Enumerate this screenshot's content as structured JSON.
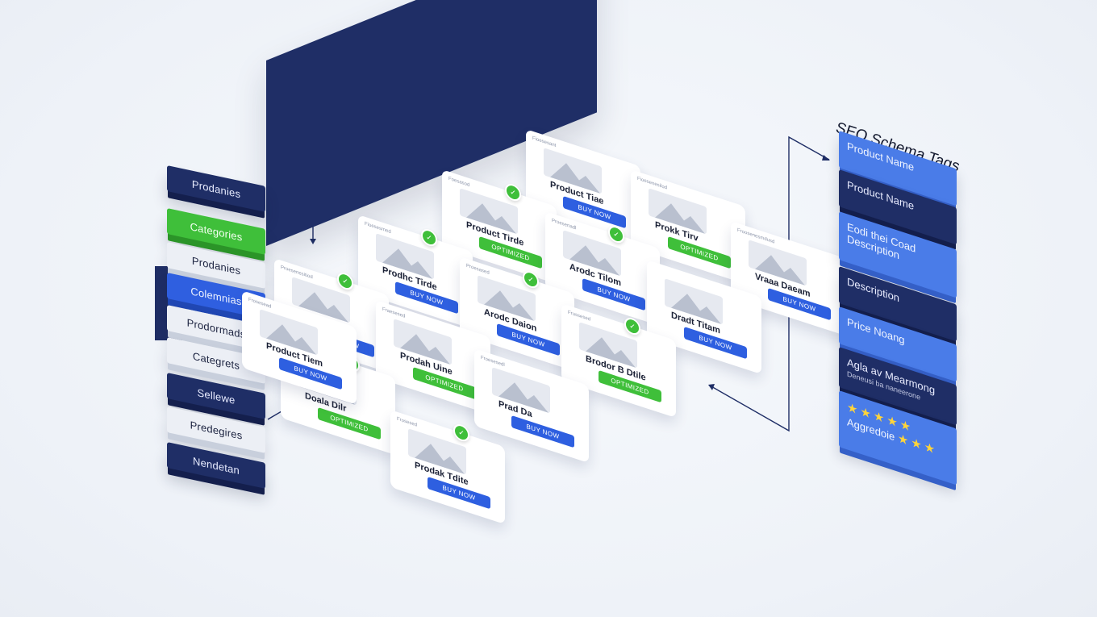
{
  "left_stack": [
    {
      "label": "Prodanies",
      "style": "navy"
    },
    {
      "label": "Categories",
      "style": "green"
    },
    {
      "label": "Prodanies",
      "style": "light"
    },
    {
      "label": "Colemnias",
      "style": "blue"
    },
    {
      "label": "Prodormads",
      "style": "light"
    },
    {
      "label": "Categrets",
      "style": "light"
    },
    {
      "label": "Sellewe",
      "style": "navy"
    },
    {
      "label": "Predegires",
      "style": "light"
    },
    {
      "label": "Nendetan",
      "style": "navy"
    }
  ],
  "cards": [
    {
      "tag": "Fioesesant",
      "title": "Product Tiae",
      "cta": "BUY NOW",
      "cta_style": "buy",
      "badge": false
    },
    {
      "tag": "Foesasod",
      "title": "Product Tirde",
      "cta": "OPTIMIZED",
      "cta_style": "opt",
      "badge": true
    },
    {
      "tag": "Fioesesmed",
      "title": "Prodhc Tirde",
      "cta": "BUY NOW",
      "cta_style": "buy",
      "badge": true
    },
    {
      "tag": "Proesenesitiod",
      "title": "Aqda Colam",
      "cta": "BUY NOW",
      "cta_style": "buy",
      "badge": true
    },
    {
      "tag": "Fioesenesilod",
      "title": "Prokk Tirv",
      "cta": "OPTIMIZED",
      "cta_style": "opt",
      "badge": false
    },
    {
      "tag": "Proesenadl",
      "title": "Arodc Tilom",
      "cta": "BUY NOW",
      "cta_style": "buy",
      "badge": true
    },
    {
      "tag": "Proesased",
      "title": "Arodc Daion",
      "cta": "BUY NOW",
      "cta_style": "buy",
      "badge": true
    },
    {
      "tag": "Fraesesed",
      "title": "Prodah Uine",
      "cta": "OPTIMIZED",
      "cta_style": "opt",
      "badge": false
    },
    {
      "tag": "Froosenesmdusd",
      "title": "Vraaa Daeam",
      "cta": "BUY NOW",
      "cta_style": "buy",
      "badge": false
    },
    {
      "tag": "",
      "title": "Dradt Titam",
      "cta": "BUY NOW",
      "cta_style": "buy",
      "badge": false
    },
    {
      "tag": "Frussesed",
      "title": "Brodor B Dtile",
      "cta": "OPTIMIZED",
      "cta_style": "opt",
      "badge": true
    },
    {
      "tag": "Froesesedl",
      "title": "Prad Da",
      "cta": "BUY NOW",
      "cta_style": "buy",
      "badge": false
    },
    {
      "tag": "Fresnusd",
      "title": "Doala Dilr",
      "cta": "OPTIMIZED",
      "cta_style": "opt",
      "badge": true
    },
    {
      "tag": "Frosesed",
      "title": "Prodak Tdite",
      "cta": "BUY NOW",
      "cta_style": "buy",
      "badge": true
    },
    {
      "tag": "Frosesead",
      "title": "Product Tiem",
      "cta": "BUY NOW",
      "cta_style": "buy",
      "badge": false
    }
  ],
  "schema": {
    "title": "SEO Schema Tags",
    "tags": [
      {
        "label": "Product Name",
        "sub": "",
        "style": "blue"
      },
      {
        "label": "Product Name",
        "sub": "",
        "style": "navy"
      },
      {
        "label": "Eodi thei Coad Description",
        "sub": "",
        "style": "blue"
      },
      {
        "label": "Description",
        "sub": "",
        "style": "navy"
      },
      {
        "label": "Price Noang",
        "sub": "",
        "style": "blue"
      },
      {
        "label": "Agla av Mearmong",
        "sub": "Deneusi ba naneerone",
        "style": "navy"
      },
      {
        "label": "Aggredoie",
        "sub": "",
        "style": "blue",
        "stars_top": "★★★★★",
        "stars_bottom": "★★★"
      }
    ]
  },
  "colors": {
    "navy": "#1f2e66",
    "green": "#3fbf3a",
    "blue": "#2f5fe0",
    "light_blue": "#4a7ce8",
    "star": "#ffd43b"
  }
}
